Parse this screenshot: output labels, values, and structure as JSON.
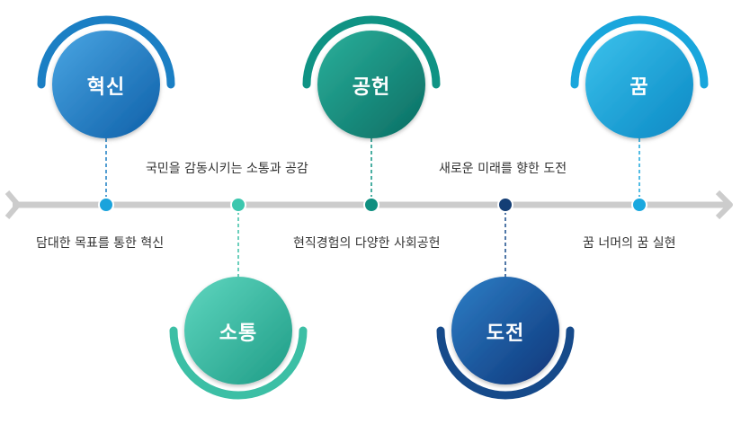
{
  "nodes": [
    {
      "id": "innovation",
      "title": "혁신",
      "caption": "담대한 목표를 통한 혁신"
    },
    {
      "id": "communication",
      "title": "소통",
      "caption": "국민을 감동시키는 소통과 공감"
    },
    {
      "id": "contribution",
      "title": "공헌",
      "caption": "현직경험의 다양한  사회공헌"
    },
    {
      "id": "challenge",
      "title": "도전",
      "caption": "새로운 미래를 향한 도전"
    },
    {
      "id": "dream",
      "title": "꿈",
      "caption": "꿈 너머의 꿈 실현"
    }
  ],
  "colors": {
    "timeline": "#cccccc",
    "innovation": "#1b7fc4",
    "communication": "#3cbfa5",
    "contribution": "#0f9384",
    "challenge": "#164a8a",
    "dream": "#19a6dc"
  }
}
